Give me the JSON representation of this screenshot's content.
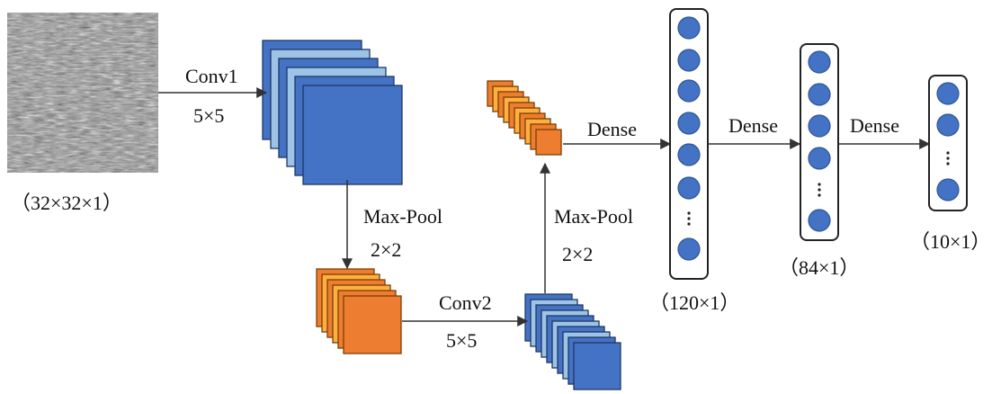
{
  "input": {
    "size_label": "（32×32×1）"
  },
  "conv1": {
    "name": "Conv1",
    "kernel": "5×5"
  },
  "pool1": {
    "name": "Max-Pool",
    "kernel": "2×2"
  },
  "conv2": {
    "name": "Conv2",
    "kernel": "5×5"
  },
  "pool2": {
    "name": "Max-Pool",
    "kernel": "2×2"
  },
  "dense_labels": [
    "Dense",
    "Dense",
    "Dense"
  ],
  "fc1": {
    "size_label": "（120×1）",
    "ellipsis": "⋮"
  },
  "fc2": {
    "size_label": "（84×1）",
    "ellipsis": "⋮"
  },
  "fc3": {
    "size_label": "（10×1）",
    "ellipsis": "⋮"
  },
  "colors": {
    "blue_front": "#4472c4",
    "blue_back": "#9dc3e6",
    "orange_front": "#ed7d31",
    "orange_back": "#fbb040",
    "node": "#4472c4",
    "arrow": "#333333"
  }
}
